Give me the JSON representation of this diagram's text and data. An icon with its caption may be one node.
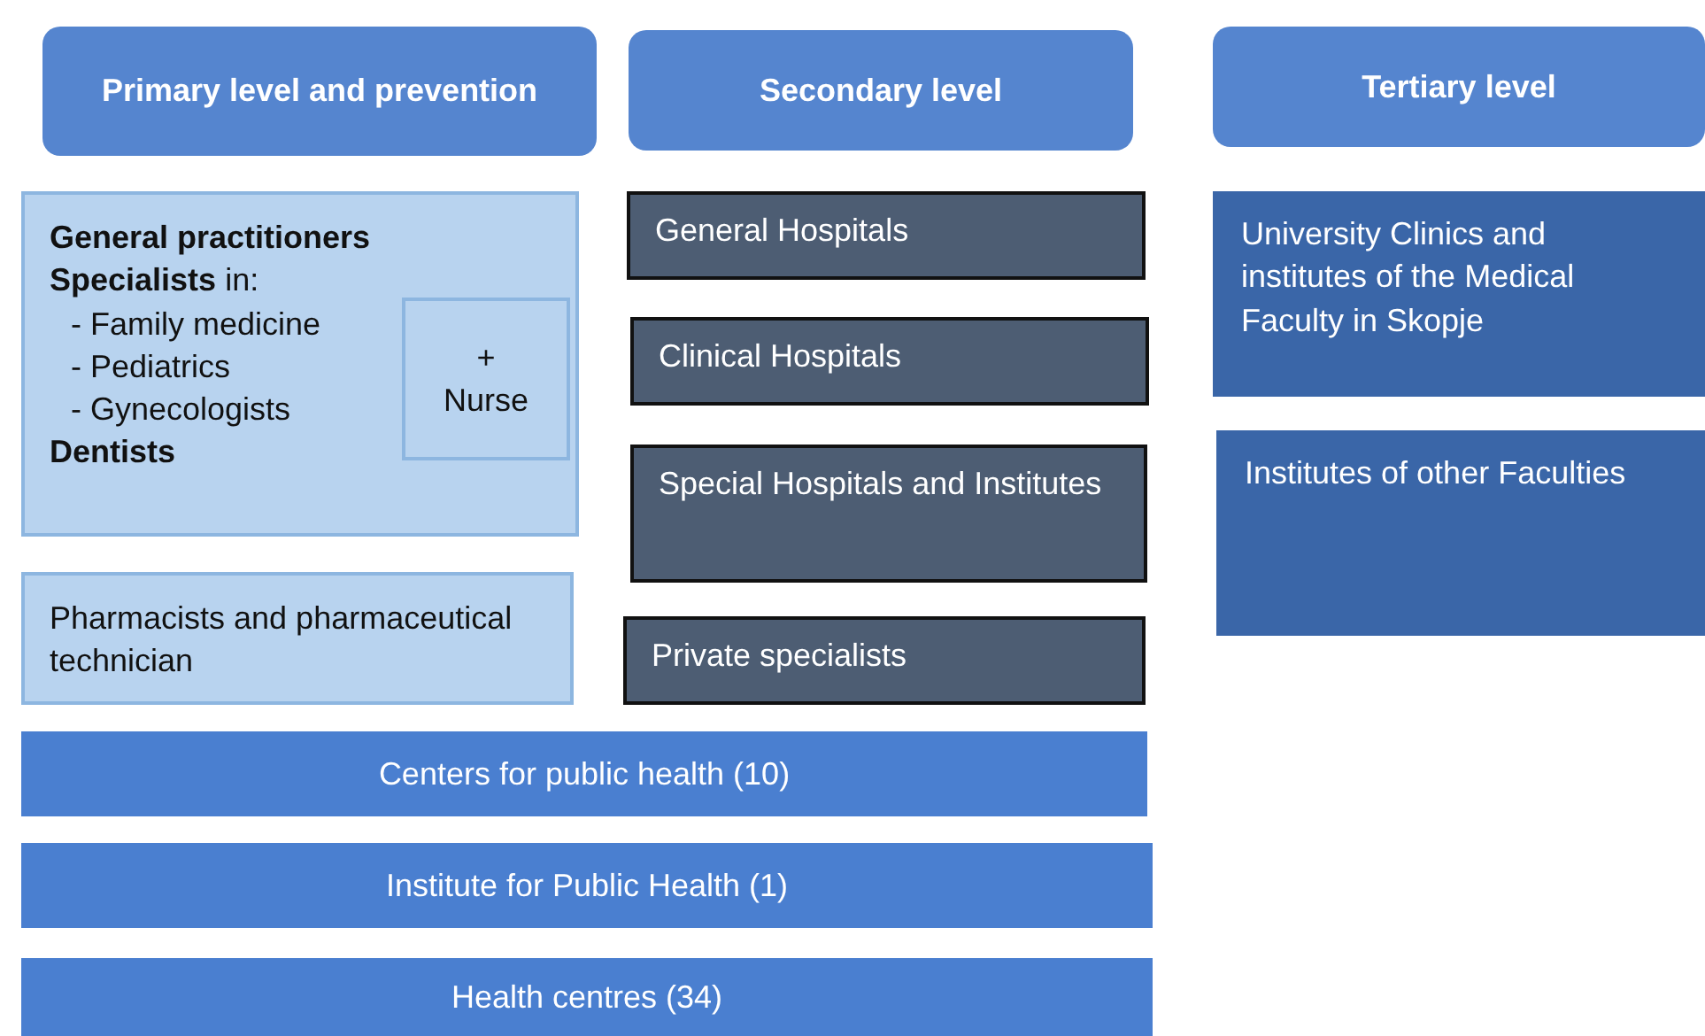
{
  "diagram": {
    "nodes": [
      {
        "text": [
          "Primary level and prevention"
        ]
      },
      {
        "text": [
          "Secondary level"
        ]
      },
      {
        "text": [
          "Tertiary level"
        ]
      },
      {
        "text": [
          "General practitioners",
          "**Specialists** in:",
          "- Family medicine",
          "- Pediatrics",
          "- Gynecologists",
          "Dentists"
        ]
      },
      {
        "text": [
          "+ Nurse"
        ],
        "in": 3
      },
      {
        "text": [
          "Pharmacists and pharmaceutical technician"
        ]
      },
      {
        "text": [
          "General Hospitals"
        ]
      },
      {
        "text": [
          "Clinical Hospitals"
        ]
      },
      {
        "text": [
          "Special Hospitals and Institutes"
        ]
      },
      {
        "text": [
          "Private specialists"
        ]
      },
      {
        "text": [
          "University Clinics and institutes of the Medical Faculty in Skopje"
        ]
      },
      {
        "text": [
          "Institutes of other Faculties"
        ]
      },
      {
        "text": [
          "Centers for public health (10)"
        ]
      },
      {
        "text": [
          "Institute for Public Health (1)"
        ]
      },
      {
        "text": [
          "Health centres (34)"
        ]
      }
    ]
  }
}
